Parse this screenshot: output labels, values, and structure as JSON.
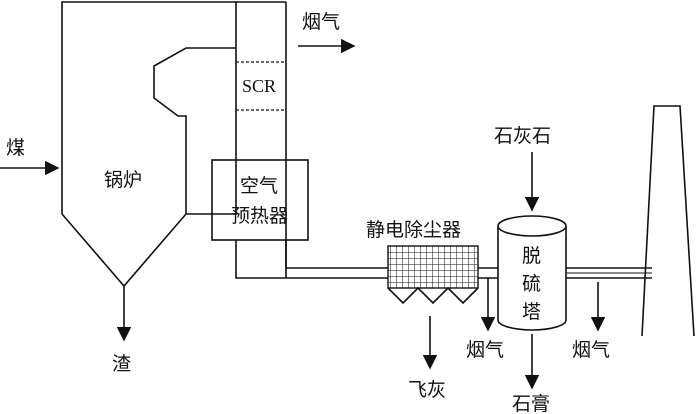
{
  "labels": {
    "coal": "煤",
    "boiler": "锅炉",
    "slag": "渣",
    "flue_gas_top": "烟气",
    "scr": "SCR",
    "air_preheater_line1": "空气",
    "air_preheater_line2": "预热器",
    "esp": "静电除尘器",
    "fly_ash": "飞灰",
    "limestone": "石灰石",
    "desulf_line1": "脱",
    "desulf_line2": "硫",
    "desulf_line3": "塔",
    "flue_gas_mid": "烟气",
    "flue_gas_right": "烟气",
    "gypsum": "石膏"
  },
  "colors": {
    "stroke": "#111111",
    "background": "#ffffff"
  }
}
